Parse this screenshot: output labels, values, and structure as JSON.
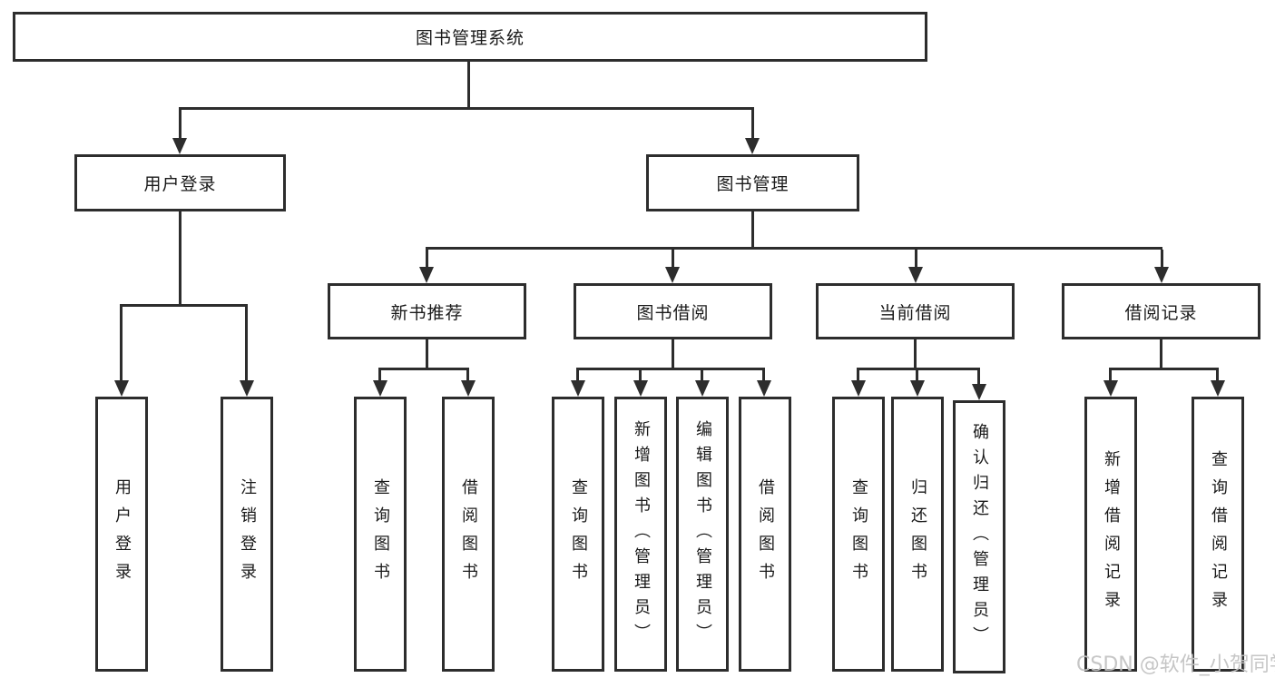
{
  "tree": {
    "root": {
      "label": "图书管理系统",
      "children": [
        {
          "label": "用户登录",
          "children": [
            {
              "label": "用户登录"
            },
            {
              "label": "注销登录"
            }
          ]
        },
        {
          "label": "图书管理",
          "children": [
            {
              "label": "新书推荐",
              "children": [
                {
                  "label": "查询图书"
                },
                {
                  "label": "借阅图书"
                }
              ]
            },
            {
              "label": "图书借阅",
              "children": [
                {
                  "label": "查询图书"
                },
                {
                  "label": "新增图书（管理员）"
                },
                {
                  "label": "编辑图书（管理员）"
                },
                {
                  "label": "借阅图书"
                }
              ]
            },
            {
              "label": "当前借阅",
              "children": [
                {
                  "label": "查询图书"
                },
                {
                  "label": "归还图书"
                },
                {
                  "label": "确认归还（管理员）"
                }
              ]
            },
            {
              "label": "借阅记录",
              "children": [
                {
                  "label": "新增借阅记录"
                },
                {
                  "label": "查询借阅记录"
                }
              ]
            }
          ]
        }
      ]
    }
  },
  "watermark": {
    "text": "CSDN @软件_小贺同学"
  },
  "colors": {
    "line": "#2d2d2d",
    "text": "#1a1a1a",
    "background": "#ffffff",
    "watermark": "#c3c3c3"
  }
}
